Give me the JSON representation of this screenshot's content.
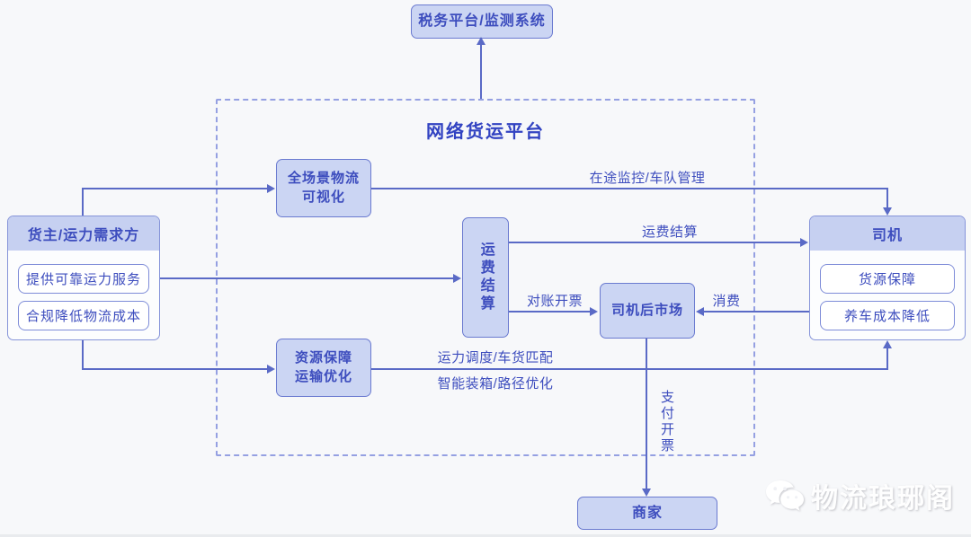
{
  "diagram": {
    "title": "网络货运平台",
    "watermark": "物流琅琊阁",
    "nodes": {
      "tax": "税务平台/监测系统",
      "visibility_line1": "全场景物流",
      "visibility_line2": "可视化",
      "settlement": "运费结算",
      "aftermarket": "司机后市场",
      "resource_line1": "资源保障",
      "resource_line2": "运输优化",
      "merchant": "商家"
    },
    "shipper_panel": {
      "title": "货主/运力需求方",
      "items": [
        "提供可靠运力服务",
        "合规降低物流成本"
      ]
    },
    "driver_panel": {
      "title": "司机",
      "items": [
        "货源保障",
        "养车成本降低"
      ]
    },
    "edge_labels": {
      "monitoring": "在途监控/车队管理",
      "settlement": "运费结算",
      "reconciliation": "对账开票",
      "consumption": "消费",
      "dispatch": "运力调度/车货匹配",
      "packing": "智能装箱/路径优化",
      "payment": "支付开票"
    },
    "colors": {
      "accent_text": "#3d4dbe",
      "node_fill": "#cbd5f3",
      "node_border": "#6a7ad0",
      "connector": "#5a6ac6",
      "boundary_dash": "#95a0e2",
      "background": "#f7f8fa"
    }
  }
}
